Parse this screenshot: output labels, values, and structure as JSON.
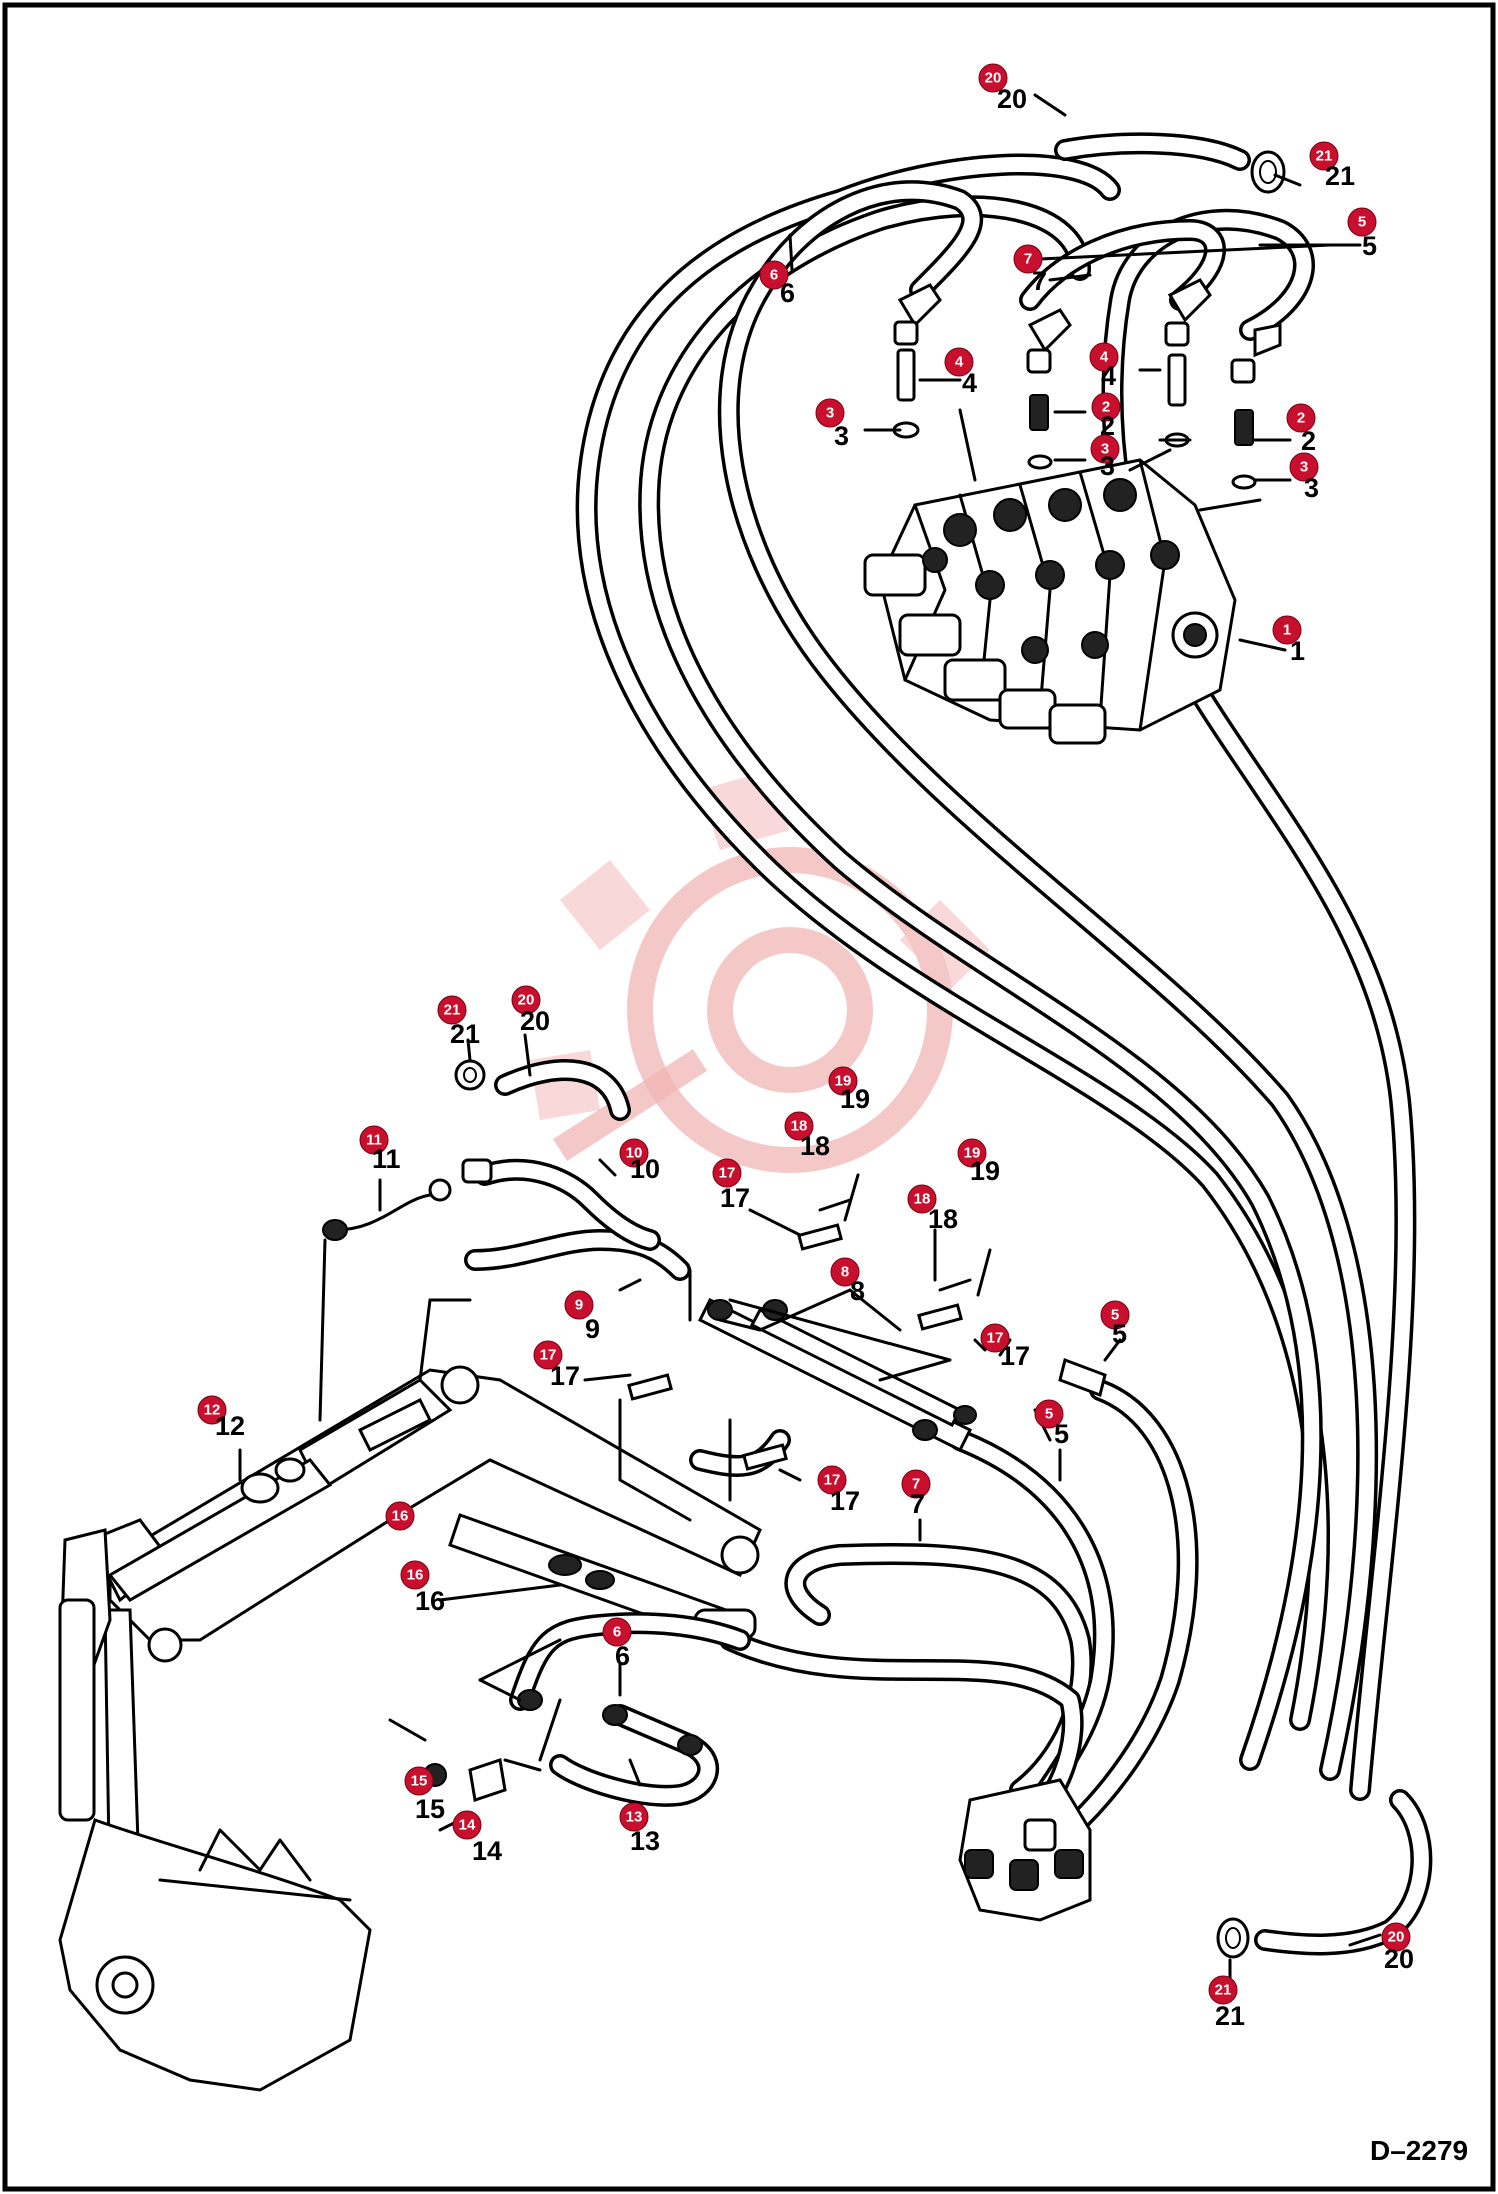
{
  "drawing_number": "D–2279",
  "callouts": [
    {
      "id": "c20a",
      "num": "20"
    },
    {
      "id": "c21a",
      "num": "21"
    },
    {
      "id": "c5a",
      "num": "5"
    },
    {
      "id": "c6a",
      "num": "6"
    },
    {
      "id": "c7a",
      "num": "7"
    },
    {
      "id": "c4a",
      "num": "4"
    },
    {
      "id": "c4b",
      "num": "4"
    },
    {
      "id": "c3a",
      "num": "3"
    },
    {
      "id": "c2a",
      "num": "2"
    },
    {
      "id": "c2b",
      "num": "2"
    },
    {
      "id": "c3b",
      "num": "3"
    },
    {
      "id": "c3c",
      "num": "3"
    },
    {
      "id": "c1",
      "num": "1"
    },
    {
      "id": "c21b",
      "num": "21"
    },
    {
      "id": "c20b",
      "num": "20"
    },
    {
      "id": "c19a",
      "num": "19"
    },
    {
      "id": "c18a",
      "num": "18"
    },
    {
      "id": "c11",
      "num": "11"
    },
    {
      "id": "c10",
      "num": "10"
    },
    {
      "id": "c17a",
      "num": "17"
    },
    {
      "id": "c19b",
      "num": "19"
    },
    {
      "id": "c18b",
      "num": "18"
    },
    {
      "id": "c8",
      "num": "8"
    },
    {
      "id": "c9",
      "num": "9"
    },
    {
      "id": "c17b",
      "num": "17"
    },
    {
      "id": "c17c",
      "num": "17"
    },
    {
      "id": "c5b",
      "num": "5"
    },
    {
      "id": "c5c",
      "num": "5"
    },
    {
      "id": "c12",
      "num": "12"
    },
    {
      "id": "c17d",
      "num": "17"
    },
    {
      "id": "c7b",
      "num": "7"
    },
    {
      "id": "c16a",
      "num": "16"
    },
    {
      "id": "c16b",
      "num": "16"
    },
    {
      "id": "c6b",
      "num": "6"
    },
    {
      "id": "c15",
      "num": "15"
    },
    {
      "id": "c14",
      "num": "14"
    },
    {
      "id": "c13",
      "num": "13"
    },
    {
      "id": "c20c",
      "num": "20"
    },
    {
      "id": "c21c",
      "num": "21"
    }
  ]
}
